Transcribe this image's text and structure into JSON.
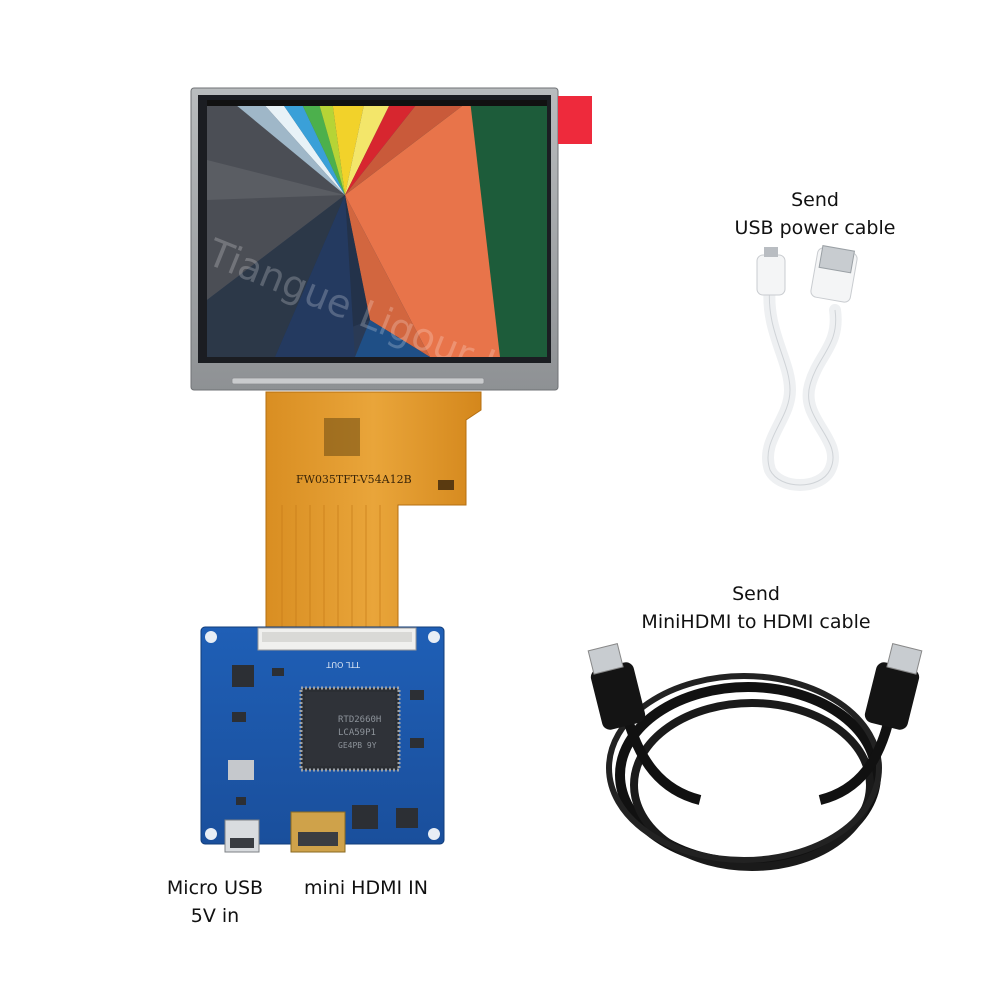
{
  "panel": {
    "fpc_code": "FW035TFT-V54A12B",
    "watermark": "Tiangue Ligour LCD",
    "connector_label": "TTL OUT"
  },
  "board": {
    "chip_line1": "RTD2660H",
    "chip_line2": "LCA59P1",
    "chip_line3": "GE4PB 9Y"
  },
  "labels": {
    "usb_cable_line1": "Send",
    "usb_cable_line2": "USB power cable",
    "hdmi_cable_line1": "Send",
    "hdmi_cable_line2": "MiniHDMI to HDMI cable",
    "micro_usb_line1": "Micro USB",
    "micro_usb_line2": "5V  in",
    "mini_hdmi": "mini HDMI IN"
  }
}
